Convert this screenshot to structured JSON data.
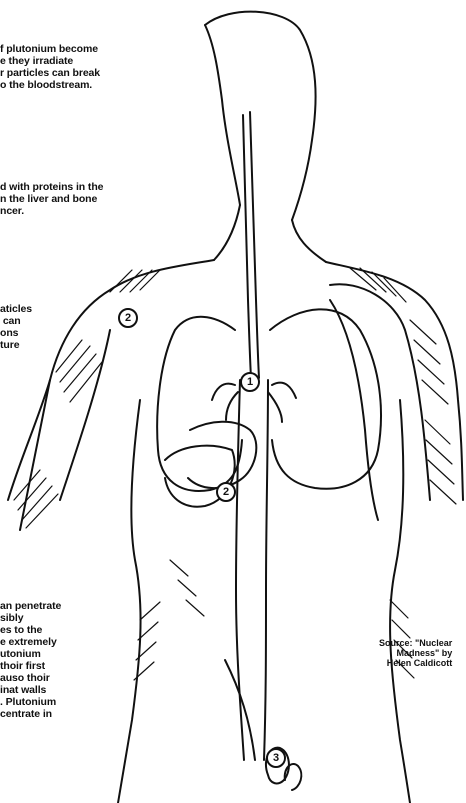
{
  "captions": [
    {
      "id": "t1",
      "text": "f plutonium become\ne they irradiate\nr particles can break\no the bloodstream."
    },
    {
      "id": "t2",
      "text": "d with proteins in the\nn the liver and bone\nncer."
    },
    {
      "id": "t3",
      "text": "aticles\n can\nons\nture"
    },
    {
      "id": "t4",
      "text": "an penetrate\nsibly\nes to the\ne extremely\nutonium\nthoir first\nauso thoir\ninat walls\n. Plutonium\ncentrate in"
    }
  ],
  "source": "Source: \"Nuclear\nMadness\" by\nHelen Caldicott",
  "markers": [
    "1",
    "2",
    "2",
    "3"
  ],
  "colors": {
    "ink": "#111111",
    "paper": "#ffffff"
  }
}
